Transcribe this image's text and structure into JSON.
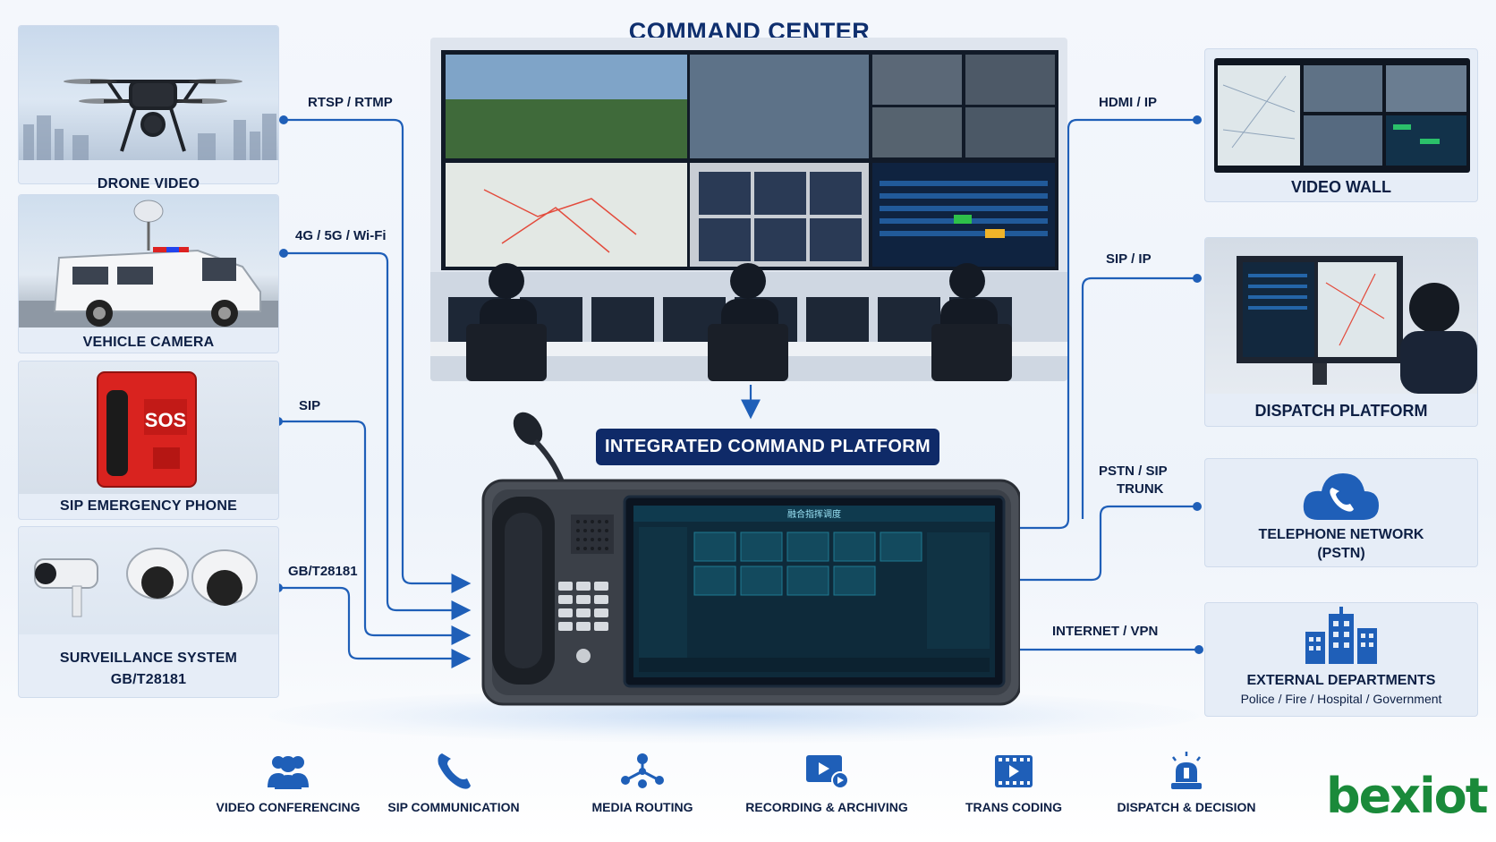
{
  "center": {
    "title": "COMMAND CENTER",
    "platform_banner": "INTEGRATED COMMAND PLATFORM"
  },
  "sources": [
    {
      "name": "DRONE VIDEO",
      "protocol": "RTSP / RTMP"
    },
    {
      "name": "VEHICLE CAMERA",
      "protocol": "4G / 5G / Wi-Fi"
    },
    {
      "name": "SIP EMERGENCY PHONE",
      "protocol": "SIP"
    },
    {
      "name": "SURVEILLANCE SYSTEM",
      "name_line2": "GB/T28181",
      "protocol": "GB/T28181"
    }
  ],
  "destinations": [
    {
      "name": "VIDEO WALL",
      "protocol": "HDMI / IP"
    },
    {
      "name": "DISPATCH PLATFORM",
      "protocol": "SIP / IP"
    },
    {
      "name": "TELEPHONE NETWORK",
      "name_line2": "(PSTN)",
      "protocol": "PSTN / SIP",
      "protocol_line2": "TRUNK"
    },
    {
      "name": "EXTERNAL DEPARTMENTS",
      "subtitle": "Police / Fire / Hospital / Government",
      "protocol": "INTERNET / VPN"
    }
  ],
  "features": [
    {
      "label": "VIDEO CONFERENCING",
      "icon": "users-icon"
    },
    {
      "label": "SIP COMMUNICATION",
      "icon": "phone-icon"
    },
    {
      "label": "MEDIA ROUTING",
      "icon": "routing-icon"
    },
    {
      "label": "RECORDING & ARCHIVING",
      "icon": "recording-icon"
    },
    {
      "label": "TRANS CODING",
      "icon": "film-icon"
    },
    {
      "label": "DISPATCH & DECISION",
      "icon": "siren-icon"
    }
  ],
  "console": {
    "screen_title": "融合指挥调度"
  },
  "sos_text": "SOS",
  "brand": {
    "logo_text": "bexiot",
    "color": "#1a8a3a"
  },
  "colors": {
    "navy": "#0f2a68",
    "connector": "#1f5fb8",
    "title": "#0f2f6e"
  }
}
